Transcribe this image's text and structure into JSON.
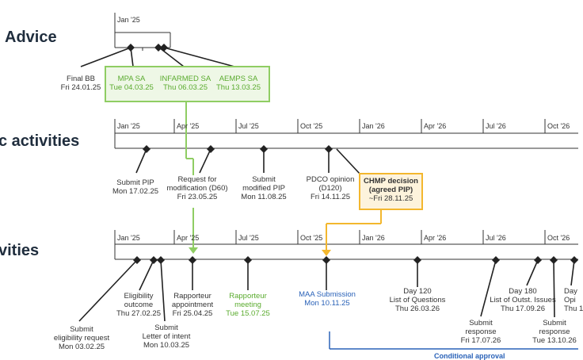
{
  "sections": {
    "advice": "Advice",
    "regulatory": "c activities",
    "clinical": "vities"
  },
  "timeline_top": {
    "ticks": [
      "Jan '25"
    ]
  },
  "timeline_mid": {
    "ticks": [
      "Jan '25",
      "Apr '25",
      "Jul '25",
      "Oct '25",
      "Jan '26",
      "Apr '26",
      "Jul '26",
      "Oct '26"
    ]
  },
  "timeline_bot": {
    "ticks": [
      "Jan '25",
      "Apr '25",
      "Jul '25",
      "Oct '25",
      "Jan '26",
      "Apr '26",
      "Jul '26",
      "Oct '26"
    ]
  },
  "advice": {
    "final_bb": [
      "Final BB",
      "Fri 24.01.25"
    ],
    "mpa": [
      "MPA SA",
      "Tue 04.03.25"
    ],
    "infarmed": [
      "INFARMED SA",
      "Thu 06.03.25"
    ],
    "aemps": [
      "AEMPS SA",
      "Thu 13.03.25"
    ]
  },
  "regulatory": {
    "submit_pip": [
      "Submit PIP",
      "Mon 17.02.25"
    ],
    "request_mod": [
      "Request for",
      "modification (D60)",
      "Fri 23.05.25"
    ],
    "submit_mod": [
      "Submit",
      "modified PIP",
      "Mon 11.08.25"
    ],
    "pdco": [
      "PDCO opinion",
      "(D120)",
      "Fri 14.11.25"
    ],
    "chmp": [
      "CHMP decision",
      "(agreed PIP)",
      "~Fri 28.11.25"
    ]
  },
  "clinical": {
    "submit_elig": [
      "Submit",
      "eligibility request",
      "Mon 03.02.25"
    ],
    "elig_outcome": [
      "Eligibility",
      "outcome",
      "Thu 27.02.25"
    ],
    "submit_loi": [
      "Submit",
      "Letter of intent",
      "Mon 10.03.25"
    ],
    "rapp_appt": [
      "Rapporteur",
      "appointment",
      "Fri 25.04.25"
    ],
    "rapp_meeting": [
      "Rapporteur",
      "meeting",
      "Tue 15.07.25"
    ],
    "maa": [
      "MAA Submission",
      "Mon 10.11.25"
    ],
    "day120": [
      "Day 120",
      "List of Questions",
      "Thu 26.03.26"
    ],
    "submit_resp1": [
      "Submit",
      "response",
      "Fri 17.07.26"
    ],
    "day180": [
      "Day 180",
      "List of Outst. Issues",
      "Thu 17.09.26"
    ],
    "submit_resp2": [
      "Submit",
      "response",
      "Tue 13.10.26"
    ],
    "day_op": [
      "Day",
      "Opi",
      "Thu 1"
    ]
  },
  "conditional": "Conditional approval"
}
